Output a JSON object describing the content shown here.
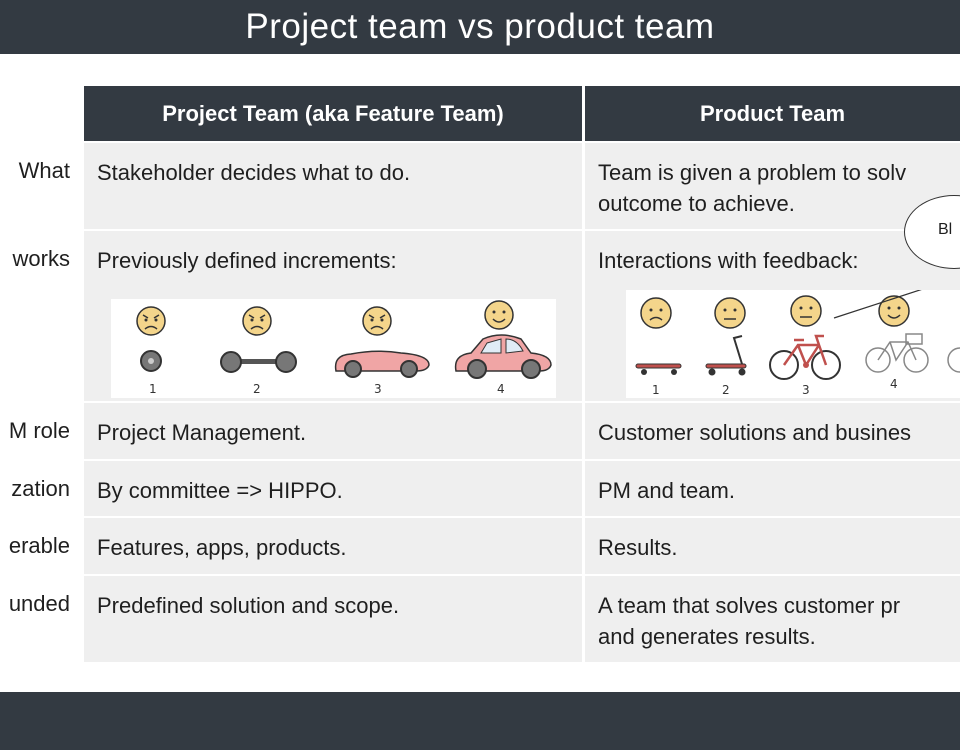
{
  "title": "Project team vs product team",
  "columns": [
    "Project Team (aka Feature Team)",
    "Product Team"
  ],
  "rows": [
    {
      "label": "What",
      "project": [
        "Stakeholder decides what to do."
      ],
      "product": [
        "Team is given a problem to solv",
        "outcome to achieve."
      ]
    },
    {
      "label": "works",
      "project": [
        "Previously defined increments:"
      ],
      "product": [
        "Interactions with feedback:"
      ]
    },
    {
      "label": "M role",
      "project": [
        "Project Management."
      ],
      "product": [
        "Customer solutions and busines"
      ]
    },
    {
      "label": "zation",
      "project": [
        "By committee => HIPPO."
      ],
      "product": [
        "PM and team."
      ]
    },
    {
      "label": "erable",
      "project": [
        "Features, apps, products."
      ],
      "product": [
        "Results."
      ]
    },
    {
      "label": "unded",
      "project": [
        "Predefined solution and scope."
      ],
      "product": [
        "A team that solves customer pr",
        "and generates results."
      ]
    }
  ],
  "illustration_project": {
    "captions": [
      "1",
      "2",
      "3",
      "4"
    ]
  },
  "illustration_product": {
    "captions": [
      "1",
      "2",
      "3",
      "4"
    ],
    "bubble": "Bl"
  }
}
